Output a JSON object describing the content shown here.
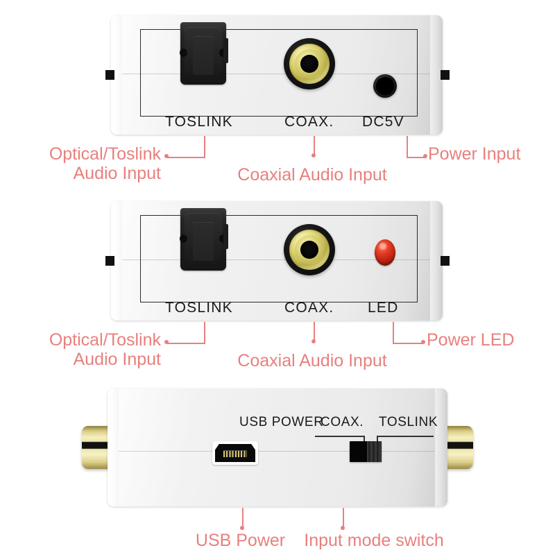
{
  "page": {
    "title": "Digital to Analog Audio Converter - Port Diagram",
    "accent_color": "#e8807e",
    "body_color": "#eeeeee",
    "label_color": "#1a1a1a"
  },
  "devices": [
    {
      "id": "front-panel-input-side",
      "view": "input side panel",
      "ports": [
        {
          "name": "toslink-port",
          "type": "optical-toslink-jack",
          "silk_label": "TOSLINK",
          "color": "#1c1c1c"
        },
        {
          "name": "coax-port",
          "type": "rca-coaxial-jack",
          "silk_label": "COAX.",
          "color": "#d8cf6a"
        },
        {
          "name": "dc5v-port",
          "type": "dc-barrel-jack",
          "silk_label": "DC5V",
          "color": "#0a0a0a"
        }
      ],
      "callouts": [
        {
          "name": "callout-optical-toslink",
          "text": "Optical/Toslink\nAudio Input"
        },
        {
          "name": "callout-coaxial-audio",
          "text": "Coaxial Audio Input"
        },
        {
          "name": "callout-power-input",
          "text": "Power Input"
        }
      ]
    },
    {
      "id": "front-panel-led-side",
      "view": "input side panel with LED",
      "ports": [
        {
          "name": "toslink-port",
          "type": "optical-toslink-jack",
          "silk_label": "TOSLINK",
          "color": "#1c1c1c"
        },
        {
          "name": "coax-port",
          "type": "rca-coaxial-jack",
          "silk_label": "COAX.",
          "color": "#d8cf6a"
        },
        {
          "name": "led-indicator",
          "type": "red-led",
          "silk_label": "LED",
          "color": "#c9200f"
        }
      ],
      "callouts": [
        {
          "name": "callout-optical-toslink",
          "text": "Optical/Toslink\nAudio Input"
        },
        {
          "name": "callout-coaxial-audio",
          "text": "Coaxial Audio Input"
        },
        {
          "name": "callout-power-led",
          "text": "Power LED"
        }
      ]
    },
    {
      "id": "rear-panel-usb-switch",
      "view": "rear panel with USB power and mode switch",
      "ports": [
        {
          "name": "usb-power-port",
          "type": "mini-usb-jack",
          "silk_label": "USB\nPOWER",
          "color": "#0a0a0a"
        },
        {
          "name": "input-mode-switch",
          "type": "slide-switch",
          "position": "COAX.",
          "color": "#050505"
        },
        {
          "name": "rca-output-left",
          "type": "rca-plug-barrel",
          "color": "#e4d88e"
        },
        {
          "name": "rca-output-right",
          "type": "rca-plug-barrel",
          "color": "#e4d88e"
        }
      ],
      "switch_legend": [
        {
          "name": "switch-label-coax",
          "text": "COAX."
        },
        {
          "name": "switch-label-toslink",
          "text": "TOSLINK"
        }
      ],
      "callouts": [
        {
          "name": "callout-usb-power",
          "text": "USB Power"
        },
        {
          "name": "callout-input-mode-switch",
          "text": "Input mode switch"
        }
      ]
    }
  ]
}
